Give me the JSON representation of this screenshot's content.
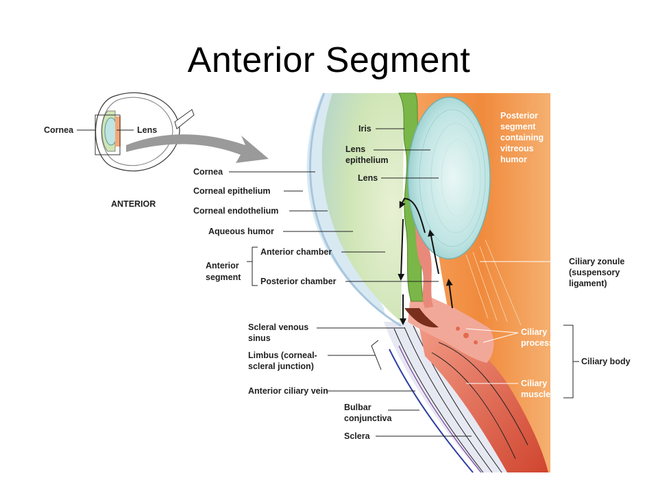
{
  "title": "Anterior Segment",
  "inset": {
    "cornea": "Cornea",
    "lens": "Lens",
    "anterior": "ANTERIOR"
  },
  "labels": {
    "iris": "Iris",
    "lens_epithelium_1": "Lens",
    "lens_epithelium_2": "epithelium",
    "lens": "Lens",
    "cornea": "Cornea",
    "corneal_epithelium": "Corneal epithelium",
    "corneal_endothelium": "Corneal endothelium",
    "aqueous_humor": "Aqueous humor",
    "anterior_segment_1": "Anterior",
    "anterior_segment_2": "segment",
    "anterior_chamber": "Anterior chamber",
    "posterior_chamber": "Posterior chamber",
    "scleral_venous_1": "Scleral venous",
    "scleral_venous_2": "sinus",
    "limbus_1": "Limbus (corneal-",
    "limbus_2": "scleral junction)",
    "anterior_ciliary_vein": "Anterior ciliary vein",
    "bulbar_1": "Bulbar",
    "bulbar_2": "conjunctiva",
    "sclera": "Sclera",
    "posterior_1": "Posterior",
    "posterior_2": "segment",
    "posterior_3": "containing",
    "posterior_4": "vitreous",
    "posterior_5": "humor",
    "zonule_1": "Ciliary zonule",
    "zonule_2": "(suspensory",
    "zonule_3": "ligament)",
    "ciliary_processes_1": "Ciliary",
    "ciliary_processes_2": "processes",
    "ciliary_body": "Ciliary body",
    "ciliary_muscle_1": "Ciliary",
    "ciliary_muscle_2": "muscle"
  },
  "colors": {
    "vitreous": "#f08a3c",
    "iris": "#6fae3a",
    "lens": "#bfe4e3",
    "cornea": "#d9ecc8",
    "sclera": "#dfe3ef",
    "ciliary_muscle": "#d9503a"
  }
}
